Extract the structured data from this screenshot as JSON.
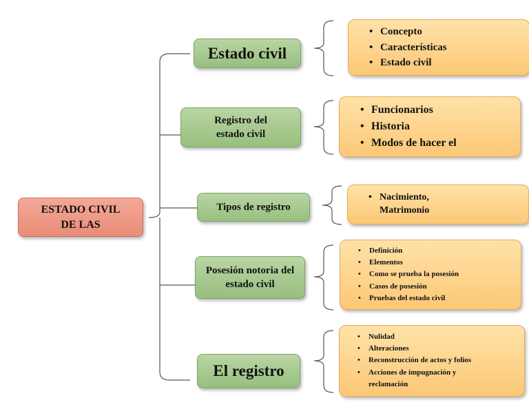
{
  "root": {
    "title": "ESTADO CIVIL DE LAS"
  },
  "branches": [
    {
      "label": "Estado civil",
      "items": [
        "Concepto",
        "Características",
        "Estado civil"
      ]
    },
    {
      "label": "Registro del estado civil",
      "items": [
        "Funcionarios",
        "Historia",
        "Modos de hacer el"
      ]
    },
    {
      "label": "Tipos de registro",
      "items": [
        "Nacimiento, Matrimonio"
      ]
    },
    {
      "label": "Posesión notoria del estado civil",
      "items": [
        "Definición",
        "Elementos",
        "Como se prueba la posesión",
        "Casos de posesión",
        "Pruebas del estado civil"
      ]
    },
    {
      "label": "El registro",
      "items": [
        "Nulidad",
        "Alteraciones",
        "Reconstrucción de actos y folios",
        "Acciones de impugnación y reclamación"
      ]
    }
  ],
  "colors": {
    "root": "#f4a898",
    "branch": "#a8ca92",
    "detail": "#fdd08a",
    "connector": "#555555"
  }
}
